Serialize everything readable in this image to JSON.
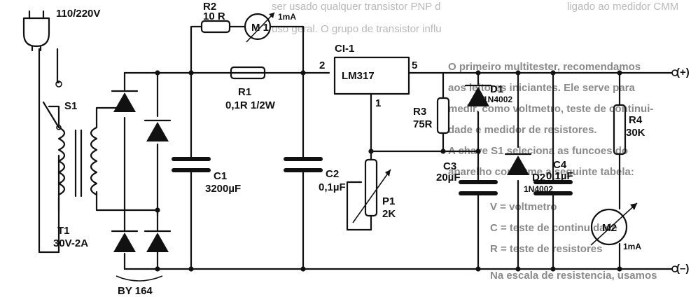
{
  "components": {
    "plug": "110/220V",
    "switch": "S1",
    "transformer": {
      "ref": "T1",
      "value": "30V-2A"
    },
    "bridge": "BY 164",
    "r2": {
      "ref": "R2",
      "value": "10 R"
    },
    "m1": {
      "ref": "M 1",
      "value": "1mA"
    },
    "r1": {
      "ref": "R1",
      "value": "0,1R 1/2W"
    },
    "c1": {
      "ref": "C1",
      "value": "3200µF"
    },
    "c2": {
      "ref": "C2",
      "value": "0,1µF"
    },
    "ci1": {
      "ref": "CI-1",
      "value": "LM317",
      "pin_in": "2",
      "pin_out": "5",
      "pin_adj": "1"
    },
    "r3": {
      "ref": "R3",
      "value": "75R"
    },
    "d1": {
      "ref": "D1",
      "value": "1N4002"
    },
    "d2": {
      "ref": "D2",
      "value": "1N4002"
    },
    "c3": {
      "ref": "C3",
      "value": "20µF"
    },
    "c4": {
      "ref": "C4",
      "value": "0,1µF"
    },
    "p1": {
      "ref": "P1",
      "value": "2K"
    },
    "r4": {
      "ref": "R4",
      "value": "30K"
    },
    "m2": {
      "ref": "M2",
      "value": "1mA"
    }
  },
  "terminals": {
    "positive": "(+)",
    "negative": "(–)"
  },
  "background_text": [
    "ser usado qualquer transistor PNP d",
    "uso geral. O grupo de transistor influ",
    "ligado ao medidor CMM",
    "O primeiro multitester, recomendamos",
    "aos leitores iniciantes. Ele serve para",
    "medir, como voltmetro, teste de continui-",
    "dade e medidor de resistores.",
    "A chave S1 seleciona as funcoes do",
    "aparelho conforme a seguinte tabela:",
    "V = voltmetro",
    "C = teste de continuidade",
    "R = teste de resistores",
    "Na escala de resistencia, usamos"
  ]
}
